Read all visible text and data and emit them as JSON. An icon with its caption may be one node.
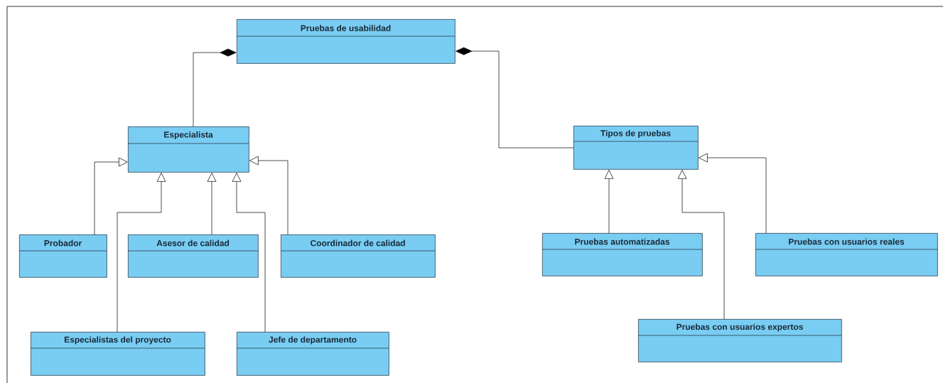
{
  "diagram": {
    "nodes": [
      {
        "text": [
          "Pruebas de usabilidad"
        ]
      },
      {
        "text": [
          "Especialista"
        ]
      },
      {
        "text": [
          "Tipos de pruebas"
        ]
      },
      {
        "text": [
          "Probador"
        ]
      },
      {
        "text": [
          "Asesor de calidad"
        ]
      },
      {
        "text": [
          "Coordinador de calidad"
        ]
      },
      {
        "text": [
          "Especialistas del proyecto"
        ]
      },
      {
        "text": [
          "Jefe de departamento"
        ]
      },
      {
        "text": [
          "Pruebas automatizadas"
        ]
      },
      {
        "text": [
          "Pruebas con usuarios reales"
        ]
      },
      {
        "text": [
          "Pruebas con usuarios expertos"
        ]
      }
    ],
    "edges": [
      {
        "from": 1,
        "to": 0,
        "arrow": "other"
      },
      {
        "from": 2,
        "to": 0,
        "arrow": "other"
      },
      {
        "from": 3,
        "to": 1,
        "arrow": "to"
      },
      {
        "from": 6,
        "to": 1,
        "arrow": "to"
      },
      {
        "from": 4,
        "to": 1,
        "arrow": "to"
      },
      {
        "from": 7,
        "to": 1,
        "arrow": "to"
      },
      {
        "from": 5,
        "to": 1,
        "arrow": "to"
      },
      {
        "from": 8,
        "to": 2,
        "arrow": "to"
      },
      {
        "from": 10,
        "to": 2,
        "arrow": "to"
      },
      {
        "from": 9,
        "to": 2,
        "arrow": "to"
      }
    ]
  }
}
